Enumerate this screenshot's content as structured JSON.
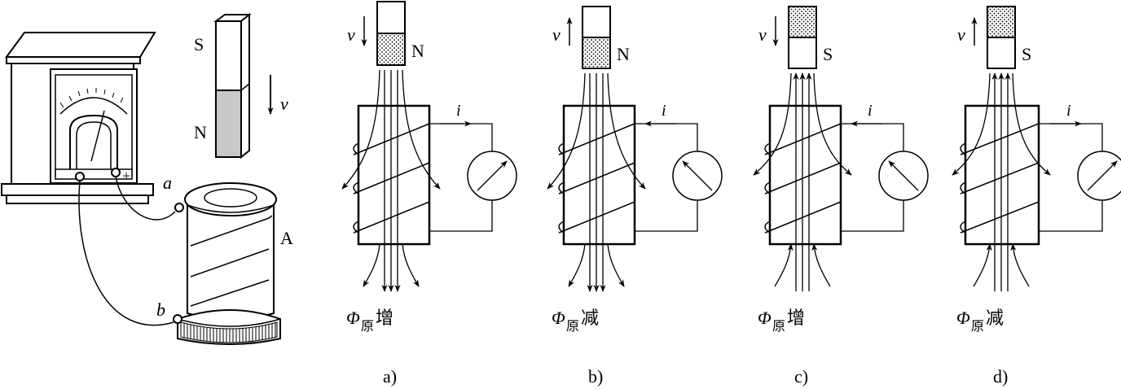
{
  "apparatus": {
    "magnet_top_pole": "S",
    "magnet_bottom_pole": "N",
    "velocity_label": "v",
    "terminal_a": "a",
    "terminal_b": "b",
    "coil_label": "A",
    "meter_minus": "−",
    "meter_plus": "+"
  },
  "panels": [
    {
      "id": "a",
      "pole": "N",
      "velocity_label": "v",
      "velocity_direction": "down",
      "current_label": "i",
      "flux_symbol": "Φ",
      "flux_subscript": "原",
      "flux_change": "增",
      "caption": "a)"
    },
    {
      "id": "b",
      "pole": "N",
      "velocity_label": "v",
      "velocity_direction": "up",
      "current_label": "i",
      "flux_symbol": "Φ",
      "flux_subscript": "原",
      "flux_change": "减",
      "caption": "b)"
    },
    {
      "id": "c",
      "pole": "S",
      "velocity_label": "v",
      "velocity_direction": "down",
      "current_label": "i",
      "flux_symbol": "Φ",
      "flux_subscript": "原",
      "flux_change": "增",
      "caption": "c)"
    },
    {
      "id": "d",
      "pole": "S",
      "velocity_label": "v",
      "velocity_direction": "up",
      "current_label": "i",
      "flux_symbol": "Φ",
      "flux_subscript": "原",
      "flux_change": "减",
      "caption": "d)"
    }
  ],
  "colors": {
    "ink": "#000000",
    "magnet_shade": "#c8c8c8",
    "dots": "#000000"
  }
}
